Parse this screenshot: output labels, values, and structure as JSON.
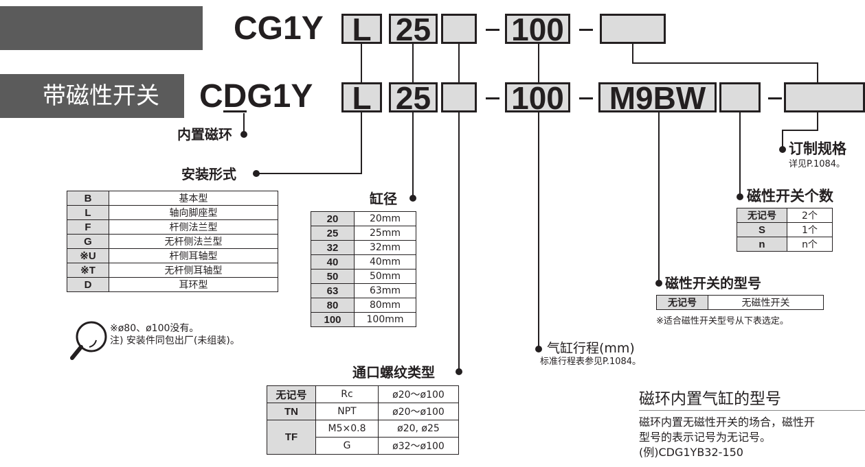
{
  "header": {
    "magnetic_title": "带磁性开关"
  },
  "model_codes": {
    "standard": {
      "prefix": "CG1Y",
      "mount": "L",
      "bore": "25",
      "port": "",
      "stroke": "100",
      "custom": ""
    },
    "magnetic": {
      "prefix_c": "C",
      "prefix_d": "D",
      "prefix_rest": "G1Y",
      "mount": "L",
      "bore": "25",
      "port": "",
      "stroke": "100",
      "switch": "M9BW",
      "switch_qty": "",
      "custom": ""
    },
    "dash": "-"
  },
  "labels": {
    "built_in_magnet": "内置磁环",
    "mounting_type": "安装形式",
    "bore_size": "缸径",
    "port_thread": "通口螺纹类型",
    "stroke": "气缸行程(mm)",
    "stroke_note": "标准行程表参见P.1084。",
    "switch_model": "磁性开关的型号",
    "switch_note": "※适合磁性开关型号从下表选定。",
    "switch_qty": "磁性开关个数",
    "custom_spec": "订制规格",
    "custom_note": "详见P.1084。"
  },
  "mounting_table": [
    {
      "code": "B",
      "desc": "基本型"
    },
    {
      "code": "L",
      "desc": "轴向脚座型"
    },
    {
      "code": "F",
      "desc": "杆侧法兰型"
    },
    {
      "code": "G",
      "desc": "无杆侧法兰型"
    },
    {
      "code": "※U",
      "desc": "杆侧耳轴型"
    },
    {
      "code": "※T",
      "desc": "无杆侧耳轴型"
    },
    {
      "code": "D",
      "desc": "耳环型"
    }
  ],
  "mounting_notes": {
    "line1": "※ø80、ø100没有。",
    "line2": "注) 安装件同包出厂(未组装)。"
  },
  "bore_table": [
    {
      "code": "20",
      "desc": "20mm"
    },
    {
      "code": "25",
      "desc": "25mm"
    },
    {
      "code": "32",
      "desc": "32mm"
    },
    {
      "code": "40",
      "desc": "40mm"
    },
    {
      "code": "50",
      "desc": "50mm"
    },
    {
      "code": "63",
      "desc": "63mm"
    },
    {
      "code": "80",
      "desc": "80mm"
    },
    {
      "code": "100",
      "desc": "100mm"
    }
  ],
  "port_table": {
    "r1": {
      "code": "无记号",
      "type": "Rc",
      "range": "ø20～ø100"
    },
    "r2": {
      "code": "TN",
      "type": "NPT",
      "range": "ø20～ø100"
    },
    "r3": {
      "code": "TF",
      "type": "M5×0.8",
      "range": "ø20, ø25"
    },
    "r4": {
      "type": "G",
      "range": "ø32～ø100"
    }
  },
  "switch_table": {
    "code": "无记号",
    "desc": "无磁性开关"
  },
  "qty_table": [
    {
      "code": "无记号",
      "desc": "2个"
    },
    {
      "code": "S",
      "desc": "1个"
    },
    {
      "code": "n",
      "desc": "n个"
    }
  ],
  "magnet_section": {
    "heading": "磁环内置气缸的型号",
    "line1": "磁环内置无磁性开关的场合，磁性开",
    "line2": "型号的表示记号为无记号。",
    "line3": "(例)CDG1YB32-150"
  }
}
